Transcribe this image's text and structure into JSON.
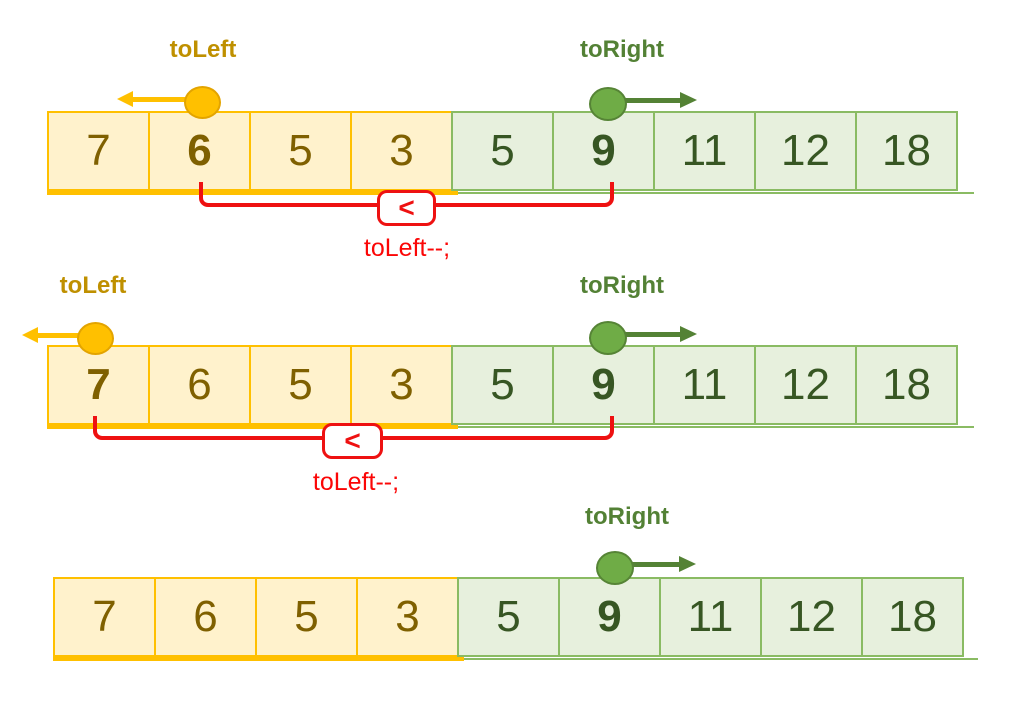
{
  "colors": {
    "yellow_accent": "#FFC000",
    "yellow_fill": "#FFF2CC",
    "yellow_number": "#7F6000",
    "yellow_label": "#BF9000",
    "green_accent": "#70AD47",
    "green_dark": "#548235",
    "green_fill": "#E7F0DD",
    "green_number": "#375623",
    "red_accent": "#EE1111"
  },
  "steps": [
    {
      "left_pointer": {
        "label": "toLeft"
      },
      "right_pointer": {
        "label": "toRight"
      },
      "cells": [
        {
          "value": "7",
          "group": "left",
          "emph": false
        },
        {
          "value": "6",
          "group": "left",
          "emph": true
        },
        {
          "value": "5",
          "group": "left",
          "emph": false
        },
        {
          "value": "3",
          "group": "left",
          "emph": false
        },
        {
          "value": "5",
          "group": "right",
          "emph": false
        },
        {
          "value": "9",
          "group": "right",
          "emph": true
        },
        {
          "value": "11",
          "group": "right",
          "emph": false
        },
        {
          "value": "12",
          "group": "right",
          "emph": false
        },
        {
          "value": "18",
          "group": "right",
          "emph": false
        }
      ],
      "comparison": {
        "operator": "<",
        "code": "toLeft--;"
      }
    },
    {
      "left_pointer": {
        "label": "toLeft"
      },
      "right_pointer": {
        "label": "toRight"
      },
      "cells": [
        {
          "value": "7",
          "group": "left",
          "emph": true
        },
        {
          "value": "6",
          "group": "left",
          "emph": false
        },
        {
          "value": "5",
          "group": "left",
          "emph": false
        },
        {
          "value": "3",
          "group": "left",
          "emph": false
        },
        {
          "value": "5",
          "group": "right",
          "emph": false
        },
        {
          "value": "9",
          "group": "right",
          "emph": true
        },
        {
          "value": "11",
          "group": "right",
          "emph": false
        },
        {
          "value": "12",
          "group": "right",
          "emph": false
        },
        {
          "value": "18",
          "group": "right",
          "emph": false
        }
      ],
      "comparison": {
        "operator": "<",
        "code": "toLeft--;"
      }
    },
    {
      "right_pointer": {
        "label": "toRight"
      },
      "cells": [
        {
          "value": "7",
          "group": "left",
          "emph": false
        },
        {
          "value": "6",
          "group": "left",
          "emph": false
        },
        {
          "value": "5",
          "group": "left",
          "emph": false
        },
        {
          "value": "3",
          "group": "left",
          "emph": false
        },
        {
          "value": "5",
          "group": "right",
          "emph": false
        },
        {
          "value": "9",
          "group": "right",
          "emph": true
        },
        {
          "value": "11",
          "group": "right",
          "emph": false
        },
        {
          "value": "12",
          "group": "right",
          "emph": false
        },
        {
          "value": "18",
          "group": "right",
          "emph": false
        }
      ]
    }
  ]
}
